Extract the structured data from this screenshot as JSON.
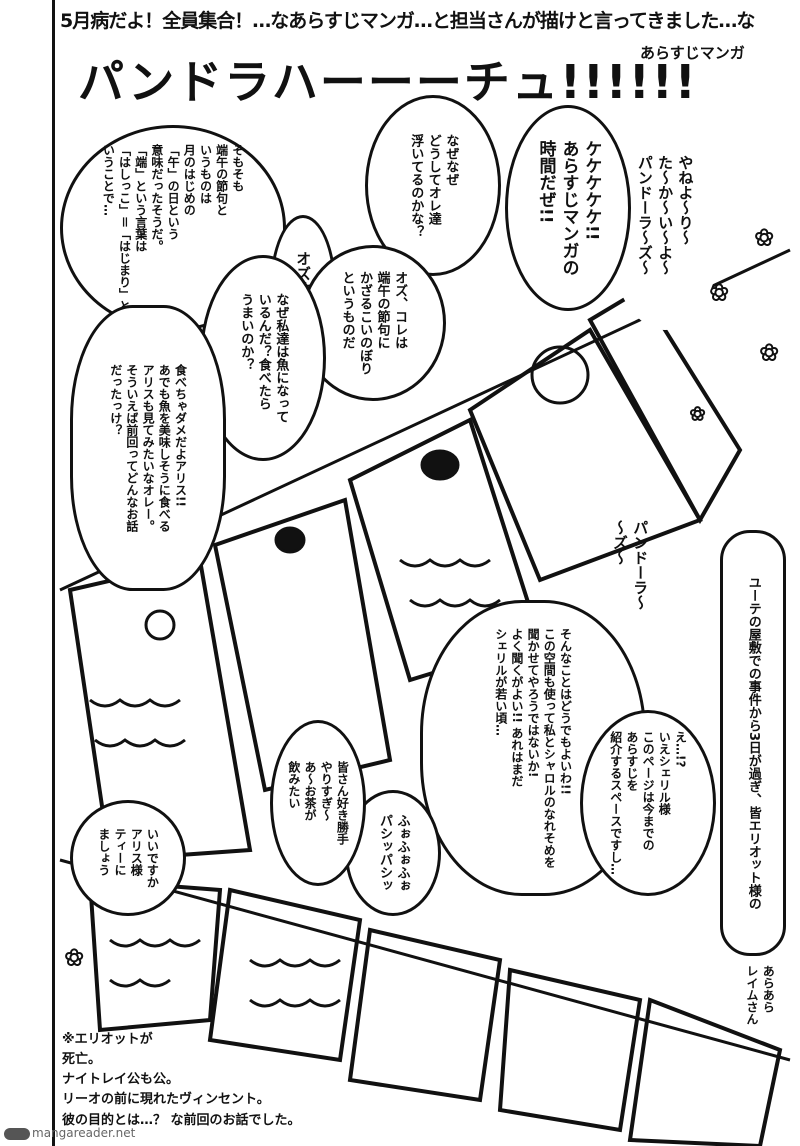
{
  "header": {
    "line1": "5月病だよ！全員集合！…なあらすじマンガ…と担当さんが描けと言ってきました…な",
    "line2": "あらすじマンガ"
  },
  "title": "パンドラハーーーチュ!!!!!!",
  "bubbles": {
    "pandoras_song": "やねよ〜り〜\nた〜か〜い〜よ〜\nパンドーラ〜ズ〜",
    "kekeke": "ケケケケケ!!\nあらすじマンガの\n時間だぜ!!",
    "floating": "なぜなぜ\nどうしてオレ達\n浮いてるのかな？",
    "tango": "そもそも\n端午の節句と\nいうものは\n月のはじめの\n「午」の日という\n意味だったそうだ。\n「端」という言葉は\n「はしっこ」＝「はじまり」と\nいうことで…",
    "oz": "オズオズ!!",
    "koinobori": "オズ、コレは\n端午の節句に\nかざるこいのぼり\nというものだ",
    "alice_fish": "なぜ私達は魚になって\nいるんだ？食べたら\nうまいのか？",
    "dont_eat": "食べちゃダメだよアリス!!\nあでも魚を美味しそうに食べる\nアリスも見てみたいなオレー。\nそういえば前回ってどんなお話\nだったっけ？",
    "pandoras_2": "パンドーラ〜\n〜ズ〜",
    "sheryl": "そんなことはどうでもよいわ!!\nこの空間も使って私とシャロルのなれそめを\n聞かせてやろうではないか!\nよく聞くがよい!! あれはまだ\nシェリルが若い頃…",
    "sharon": "え…!?\nいえシェリル様\nこのページは今までの\nあらすじを\n紹介するスペースですし…",
    "recap_right": "ユーテの屋敷での事件から3日が過ぎ、皆エリオット様の",
    "reim": "あらあら\nレイムさん",
    "break": "ふぉふぉふぉ\nパシッパシッ",
    "tea": "皆さん好き勝手\nやりすぎ〜\nあ〜お茶が\n飲みたい",
    "alice_sama": "いいですか\nアリス様\nティーに\nましょう"
  },
  "footnote": "※エリオットが\n死亡。\nナイトレイ公も公。\nリーオの前に現れたヴィンセント。\n彼の目的とは…？ な前回のお話でした。",
  "watermark": "mangareader.net"
}
